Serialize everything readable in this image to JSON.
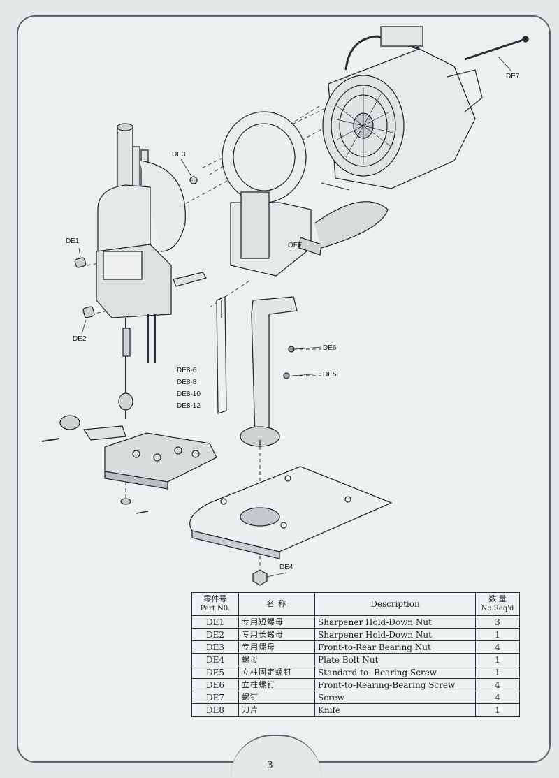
{
  "callouts": {
    "de1": "DE1",
    "de2": "DE2",
    "de3": "DE3",
    "de4": "DE4",
    "de5": "DE5",
    "de6": "DE6",
    "de7": "DE7"
  },
  "knife_sizes": [
    "DE8-6",
    "DE8-8",
    "DE8-10",
    "DE8-12"
  ],
  "motor_switch_label": "OFF",
  "table": {
    "headers": {
      "part_cn": "零件号",
      "part_en": "Part N0.",
      "name_cn": "名 称",
      "description": "Description",
      "qty_cn": "数 量",
      "qty_en": "No.Req'd"
    },
    "rows": [
      {
        "part": "DE1",
        "name": "专用短螺母",
        "description": "Sharpener Hold-Down Nut",
        "qty": "3"
      },
      {
        "part": "DE2",
        "name": "专用长螺母",
        "description": "Sharpener Hold-Down Nut",
        "qty": "1"
      },
      {
        "part": "DE3",
        "name": "专用螺母",
        "description": "Front-to-Rear Bearing Nut",
        "qty": "4"
      },
      {
        "part": "DE4",
        "name": "螺母",
        "description": "Plate Bolt Nut",
        "qty": "1"
      },
      {
        "part": "DE5",
        "name": "立柱固定螺钉",
        "description": "Standard-to- Bearing Screw",
        "qty": "1"
      },
      {
        "part": "DE6",
        "name": "立柱螺钉",
        "description": "Front-to-Rearing-Bearing Screw",
        "qty": "4"
      },
      {
        "part": "DE7",
        "name": "螺钉",
        "description": "Screw",
        "qty": "4"
      },
      {
        "part": "DE8",
        "name": "刀片",
        "description": "Knife",
        "qty": "1"
      }
    ]
  },
  "page_number": "3"
}
